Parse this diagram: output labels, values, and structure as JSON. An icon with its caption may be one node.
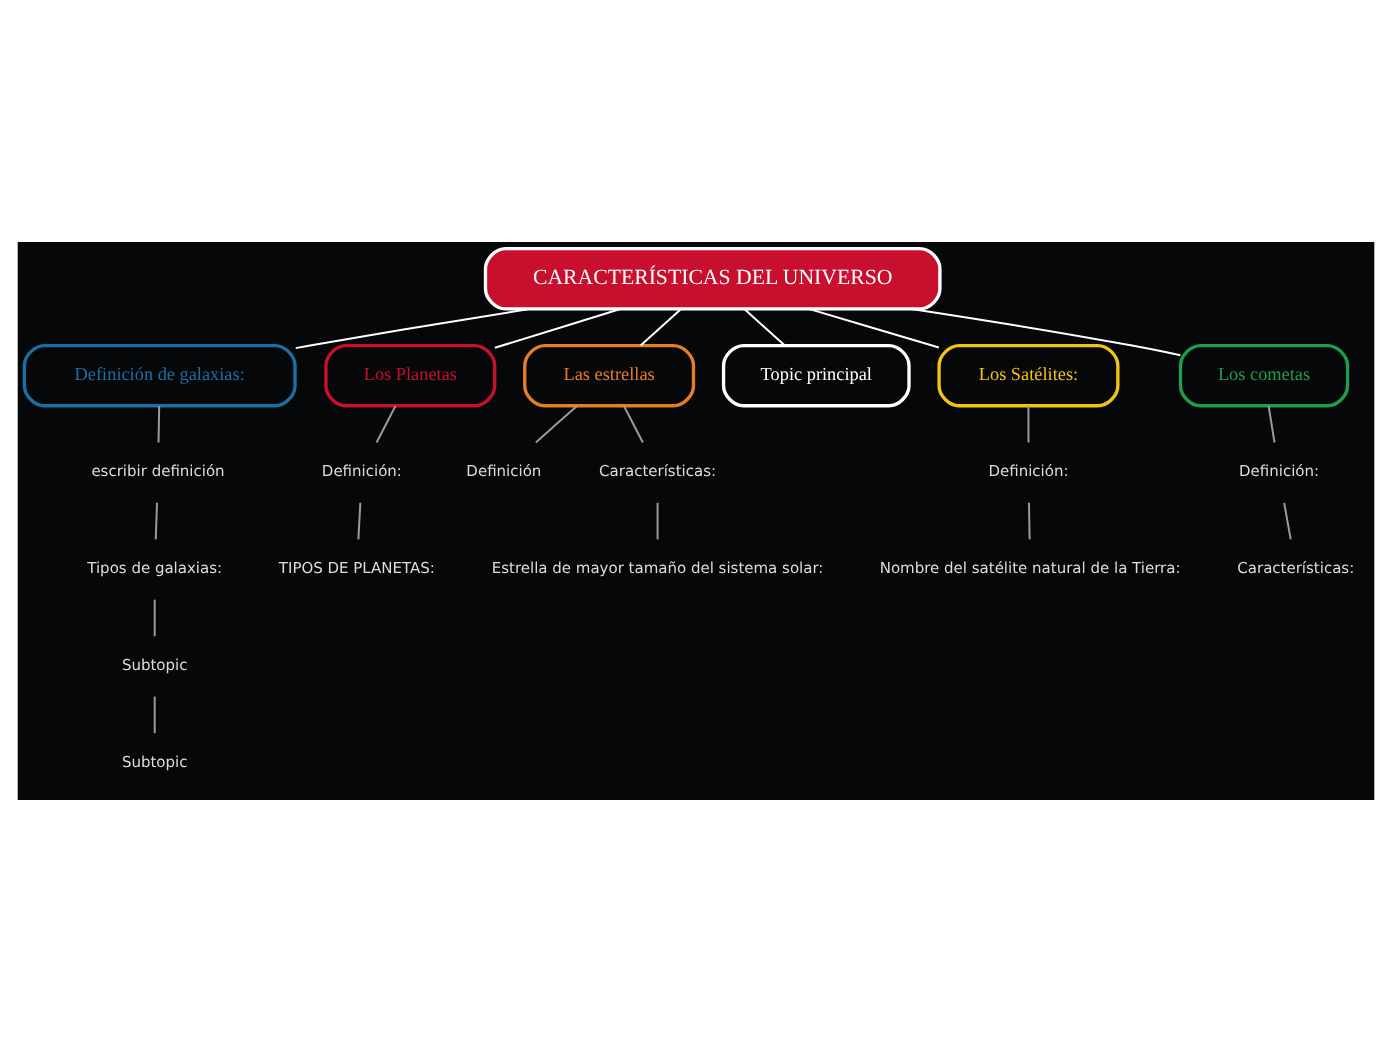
{
  "diagram": {
    "nodes": [
      {
        "text": [
          "CARACTERÍSTICAS DEL UNIVERSO"
        ]
      },
      {
        "text": [
          "Definición de galaxias:"
        ]
      },
      {
        "text": [
          "escribir definición"
        ]
      },
      {
        "text": [
          "Tipos de galaxias:"
        ]
      },
      {
        "text": [
          "Subtopic"
        ]
      },
      {
        "text": [
          "Subtopic"
        ]
      },
      {
        "text": [
          "Los Planetas"
        ]
      },
      {
        "text": [
          "Definición:"
        ]
      },
      {
        "text": [
          "TIPOS DE PLANETAS:"
        ]
      },
      {
        "text": [
          "Las estrellas"
        ]
      },
      {
        "text": [
          "Definición"
        ]
      },
      {
        "text": [
          "Características:"
        ]
      },
      {
        "text": [
          "Estrella de mayor tamaño del sistema solar:"
        ]
      },
      {
        "text": [
          "Topic principal"
        ]
      },
      {
        "text": [
          "Los Satélites:"
        ]
      },
      {
        "text": [
          "Definición:"
        ]
      },
      {
        "text": [
          "Nombre del satélite natural de la Tierra:"
        ]
      },
      {
        "text": [
          "Los cometas"
        ]
      },
      {
        "text": [
          "Definición:"
        ]
      },
      {
        "text": [
          "Características:"
        ]
      }
    ],
    "edges": [
      {
        "from": 0,
        "to": 1,
        "arrow": "none",
        "color": "#ffffff"
      },
      {
        "from": 0,
        "to": 6,
        "arrow": "none",
        "color": "#ffffff"
      },
      {
        "from": 0,
        "to": 9,
        "arrow": "none",
        "color": "#ffffff"
      },
      {
        "from": 0,
        "to": 13,
        "arrow": "none",
        "color": "#ffffff"
      },
      {
        "from": 0,
        "to": 14,
        "arrow": "none",
        "color": "#ffffff"
      },
      {
        "from": 0,
        "to": 17,
        "arrow": "none",
        "color": "#ffffff"
      },
      {
        "from": 1,
        "to": 2,
        "arrow": "none"
      },
      {
        "from": 2,
        "to": 3,
        "arrow": "none"
      },
      {
        "from": 3,
        "to": 4,
        "arrow": "none"
      },
      {
        "from": 4,
        "to": 5,
        "arrow": "none"
      },
      {
        "from": 6,
        "to": 7,
        "arrow": "none"
      },
      {
        "from": 7,
        "to": 8,
        "arrow": "none"
      },
      {
        "from": 9,
        "to": 10,
        "arrow": "none"
      },
      {
        "from": 9,
        "to": 11,
        "arrow": "none"
      },
      {
        "from": 11,
        "to": 12,
        "arrow": "none"
      },
      {
        "from": 14,
        "to": 15,
        "arrow": "none"
      },
      {
        "from": 15,
        "to": 16,
        "arrow": "none"
      },
      {
        "from": 17,
        "to": 18,
        "arrow": "none"
      },
      {
        "from": 18,
        "to": 19,
        "arrow": "none"
      }
    ]
  }
}
